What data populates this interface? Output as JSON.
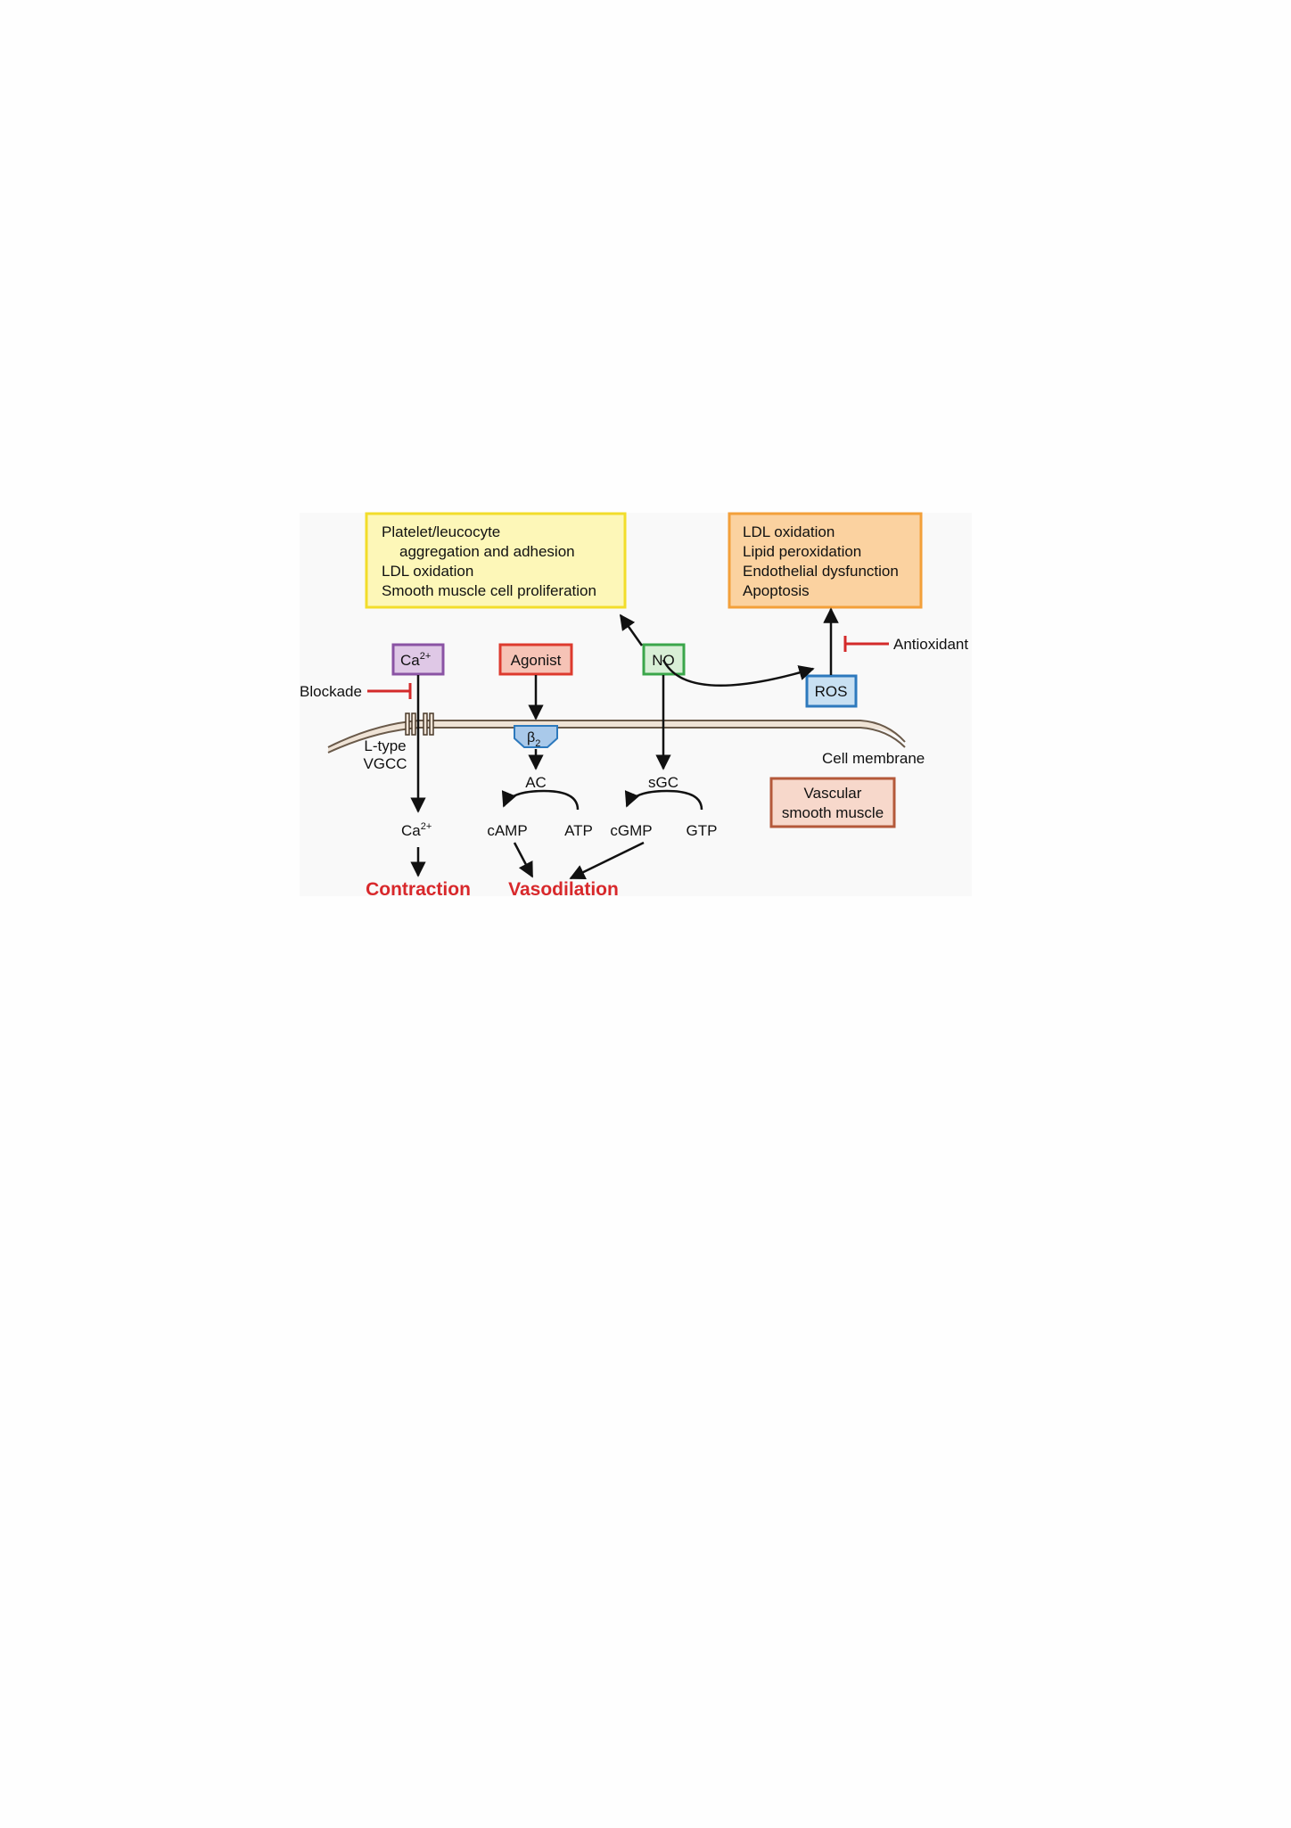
{
  "boxes": {
    "effects_left": {
      "lines": [
        "Platelet/leucocyte",
        "aggregation and adhesion",
        "LDL oxidation",
        "Smooth muscle cell proliferation"
      ],
      "fill": "#fdf7b8",
      "stroke": "#f2dd2a"
    },
    "effects_right": {
      "lines": [
        "LDL oxidation",
        "Lipid peroxidation",
        "Endothelial dysfunction",
        "Apoptosis"
      ],
      "fill": "#fbd2a0",
      "stroke": "#f3a03a"
    },
    "ca_box": {
      "base": "Ca",
      "sup": "2+",
      "fill": "#dfc8e6",
      "stroke": "#8a53a4"
    },
    "agonist": {
      "label": "Agonist",
      "fill": "#f6c3b6",
      "stroke": "#dd3a2e"
    },
    "no": {
      "label": "NO",
      "fill": "#d8efd6",
      "stroke": "#3aa64a"
    },
    "ros": {
      "label": "ROS",
      "fill": "#c8e0f2",
      "stroke": "#2d79bd"
    },
    "vascular": {
      "lines": [
        "Vascular",
        "smooth muscle"
      ],
      "fill": "#f7d8cb",
      "stroke": "#b4593a"
    }
  },
  "labels": {
    "antioxidant": "Antioxidant",
    "blockade": "Blockade",
    "ltype": "L-type",
    "vgcc": "VGCC",
    "cell_membrane": "Cell membrane",
    "beta2": {
      "base": "β",
      "sub": "2"
    },
    "ac": "AC",
    "sgc": "sGC",
    "ca_inner": {
      "base": "Ca",
      "sup": "2+"
    },
    "camp": "cAMP",
    "atp": "ATP",
    "cgmp": "cGMP",
    "gtp": "GTP",
    "contraction": "Contraction",
    "vasodilation": "Vasodilation"
  },
  "colors": {
    "inhibit": "#d42a2a",
    "outcome": "#d8282b",
    "membrane": "#efe3d6",
    "membrane_edge": "#6a5a4a",
    "receptor": "#a9c9ea",
    "receptor_edge": "#2d79bd",
    "arrow": "#111111"
  }
}
